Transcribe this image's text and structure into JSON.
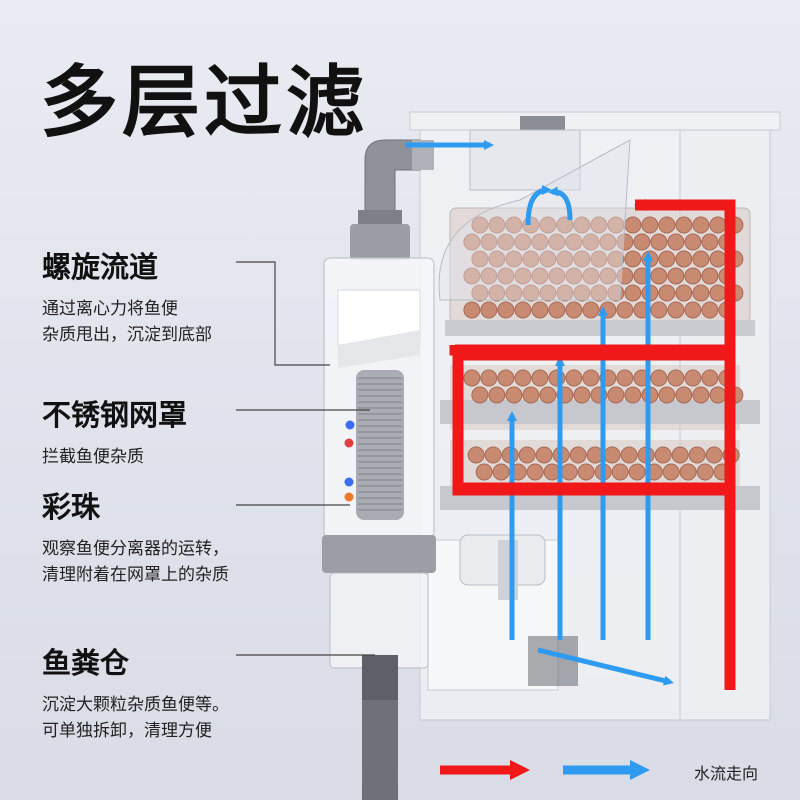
{
  "title": "多层过滤",
  "features": [
    {
      "heading": "螺旋流道",
      "description": "通过离心力将鱼便\n杂质甩出，沉淀到底部"
    },
    {
      "heading": "不锈钢网罩",
      "description": "拦截鱼便杂质"
    },
    {
      "heading": "彩珠",
      "description": "观察鱼便分离器的运转，\n清理附着在网罩上的杂质"
    },
    {
      "heading": "鱼粪仓",
      "description": "沉淀大颗粒杂质鱼便等。\n可单独拆卸，清理方便"
    }
  ],
  "legend": {
    "label": "水流走向"
  },
  "colors": {
    "red_flow": "#f01818",
    "blue_flow": "#2f9bf0",
    "background": "#e4e6ee"
  }
}
